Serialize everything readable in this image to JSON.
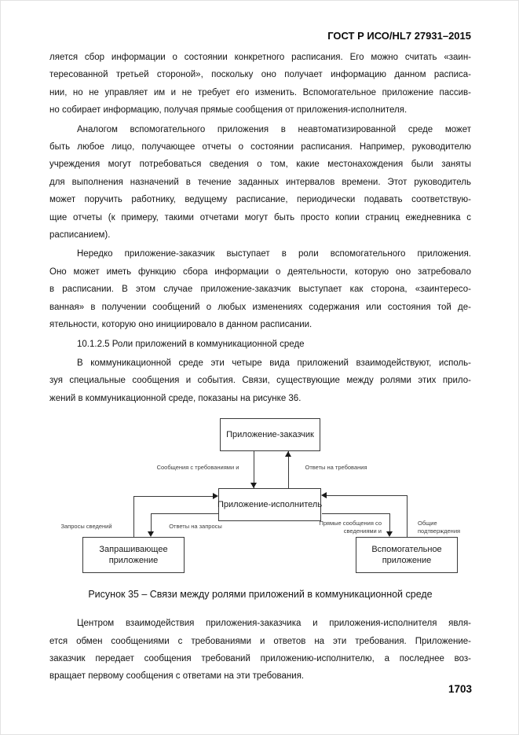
{
  "page": {
    "header": "ГОСТ Р ИСО/HL7 27931–2015",
    "page_number": "1703"
  },
  "body_top": [
    {
      "type": "p",
      "indent": false,
      "lines": [
        "ляется сбор информации о состоянии конкретного расписания. Его можно считать «заин-",
        "тересованной третьей стороной», поскольку оно получает информацию данном расписа-",
        "нии, но не управляет им и не требует его изменить. Вспомогательное приложение пассив-",
        "но собирает информацию, получая прямые сообщения от приложения-исполнителя."
      ]
    },
    {
      "type": "p",
      "indent": true,
      "lines": [
        "Аналогом вспомогательного приложения в неавтоматизированной среде может",
        "быть любое лицо, получающее отчеты о состоянии расписания. Например, руководителю",
        "учреждения могут потребоваться сведения о том, какие местонахождения были заняты",
        "для выполнения назначений в течение заданных интервалов времени. Этот руководитель",
        "может поручить работнику, ведущему расписание, периодически подавать соответствую-",
        "щие отчеты (к примеру, такими отчетами могут быть просто копии страниц ежедневника с",
        "расписанием)."
      ]
    },
    {
      "type": "p",
      "indent": true,
      "lines": [
        "Нередко приложение-заказчик выступает в роли вспомогательного приложения.",
        "Оно может иметь функцию сбора информации о деятельности, которую оно затребовало",
        "в расписании. В этом случае приложение-заказчик выступает как сторона, «заинтересо-",
        "ванная» в получении сообщений о любых изменениях содержания или состояния той де-",
        "ятельности, которую оно инициировало в данном расписании."
      ]
    },
    {
      "type": "h",
      "indent": true,
      "lines": [
        "10.1.2.5 Роли приложений в коммуникационной среде"
      ]
    },
    {
      "type": "p",
      "indent": true,
      "lines": [
        "В коммуникационной среде эти четыре вида приложений взаимодействуют, исполь-",
        "зуя специальные сообщения и события. Связи, существующие между ролями этих прило-",
        "жений в коммуникационной среде, показаны на рисунке 36."
      ]
    }
  ],
  "figure": {
    "caption": "Рисунок 35 – Связи между ролями приложений в коммуникационной среде",
    "nodes": {
      "customer": "Приложение-заказчик",
      "executor": "Приложение-исполнитель",
      "querying": "Запрашивающее приложение",
      "auxiliary": "Вспомогательное приложение"
    },
    "edges": {
      "request_messages": {
        "label": "Сообщения с требованиями и"
      },
      "request_responses": {
        "label": "Ответы на требования"
      },
      "info_queries": {
        "label": "Запросы сведений"
      },
      "query_answers": {
        "label": "Ответы на запросы"
      },
      "direct_messages": {
        "lines": [
          "Прямые сообщения со",
          "сведениями и"
        ]
      },
      "acknowledgements": {
        "lines": [
          "Общие",
          "подтверждения"
        ]
      }
    }
  },
  "body_bottom": [
    {
      "type": "p",
      "indent": true,
      "lines": [
        "Центром взаимодействия приложения-заказчика и приложения-исполнителя явля-",
        "ется обмен сообщениями с требованиями и ответов на эти требования. Приложение-",
        "заказчик передает сообщения требований приложению-исполнителю, а последнее воз-",
        "вращает первому сообщения с ответами на эти требования."
      ]
    }
  ]
}
